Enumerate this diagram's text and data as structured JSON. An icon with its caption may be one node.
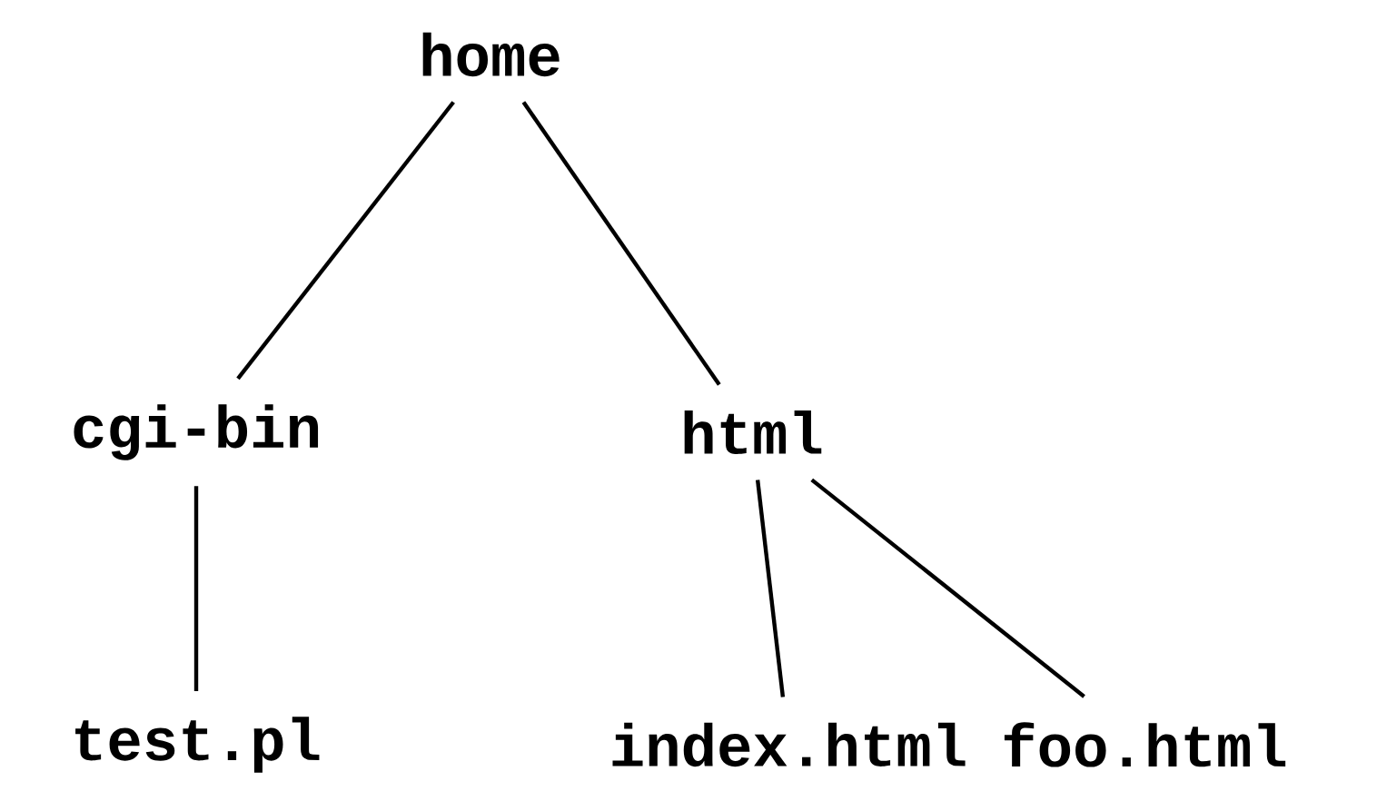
{
  "diagram": {
    "nodes": [
      {
        "text": [
          "home"
        ]
      },
      {
        "text": [
          "cgi-bin"
        ]
      },
      {
        "text": [
          "html"
        ]
      },
      {
        "text": [
          "test.pl"
        ]
      },
      {
        "text": [
          "index.html"
        ]
      },
      {
        "text": [
          "foo.html"
        ]
      }
    ],
    "edges": [
      {
        "from": 0,
        "to": 1,
        "arrow": "none"
      },
      {
        "from": 0,
        "to": 2,
        "arrow": "none"
      },
      {
        "from": 1,
        "to": 3,
        "arrow": "none"
      },
      {
        "from": 2,
        "to": 4,
        "arrow": "none"
      },
      {
        "from": 2,
        "to": 5,
        "arrow": "none"
      }
    ]
  }
}
